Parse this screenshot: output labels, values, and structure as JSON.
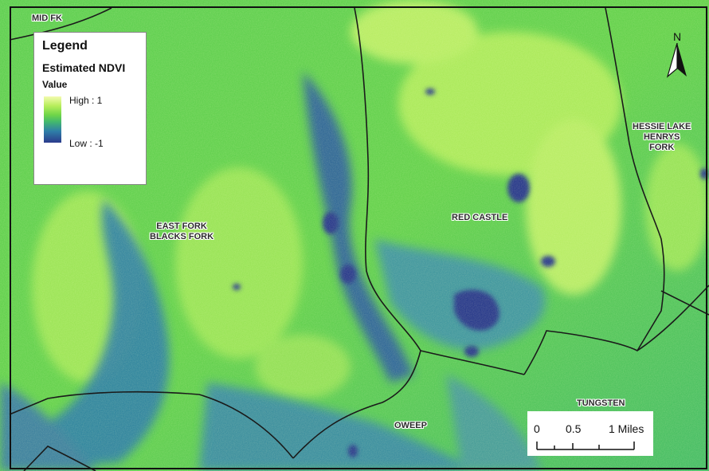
{
  "legend": {
    "title": "Legend",
    "subtitle": "Estimated NDVI",
    "value_label": "Value",
    "high_label": "High : 1",
    "low_label": "Low : -1"
  },
  "north_arrow": {
    "label": "N"
  },
  "scale_bar": {
    "labels": [
      "0",
      "0.5",
      "1 Miles"
    ]
  },
  "places": [
    {
      "id": "mid-fk",
      "text": "MID FK"
    },
    {
      "id": "east-fork",
      "lines": [
        "EAST FORK",
        "BLACKS FORK"
      ]
    },
    {
      "id": "red-castle",
      "text": "RED CASTLE"
    },
    {
      "id": "hessie-lake",
      "lines": [
        "HESSIE LAKE",
        "HENRYS",
        "FORK"
      ]
    },
    {
      "id": "oweep",
      "text": "OWEEP"
    },
    {
      "id": "tungsten",
      "text": "TUNGSTEN"
    }
  ],
  "colors": {
    "high": "#f4fbb0",
    "mid": "#6fd548",
    "low": "#2b3b8c",
    "boundary": "#1a1a1a"
  }
}
